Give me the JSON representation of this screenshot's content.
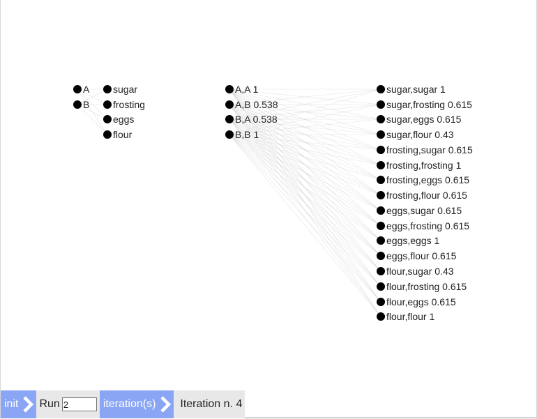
{
  "graph": {
    "col1": [
      "A",
      "B"
    ],
    "col2": [
      "sugar",
      "frosting",
      "eggs",
      "flour"
    ],
    "col3": [
      "A,A 1",
      "A,B 0.538",
      "B,A 0.538",
      "B,B 1"
    ],
    "col4": [
      "sugar,sugar 1",
      "sugar,frosting 0.615",
      "sugar,eggs 0.615",
      "sugar,flour 0.43",
      "frosting,sugar 0.615",
      "frosting,frosting 1",
      "frosting,eggs 0.615",
      "frosting,flour 0.615",
      "eggs,sugar 0.615",
      "eggs,frosting 0.615",
      "eggs,eggs 1",
      "eggs,flour 0.615",
      "flour,sugar 0.43",
      "flour,frosting 0.615",
      "flour,eggs 0.615",
      "flour,flour 1"
    ]
  },
  "controls": {
    "init_label": "init",
    "run_label": "Run",
    "run_value": "2",
    "iterations_label": "iteration(s)",
    "iteration_status": "Iteration n. 4"
  },
  "colors": {
    "button_bg": "#8aa5f4",
    "panel_bg": "#e8e8e8",
    "node": "#000000",
    "edge": "#cccccc"
  },
  "icons": {
    "init": "chevron-right-icon",
    "iterations": "chevron-right-icon"
  }
}
